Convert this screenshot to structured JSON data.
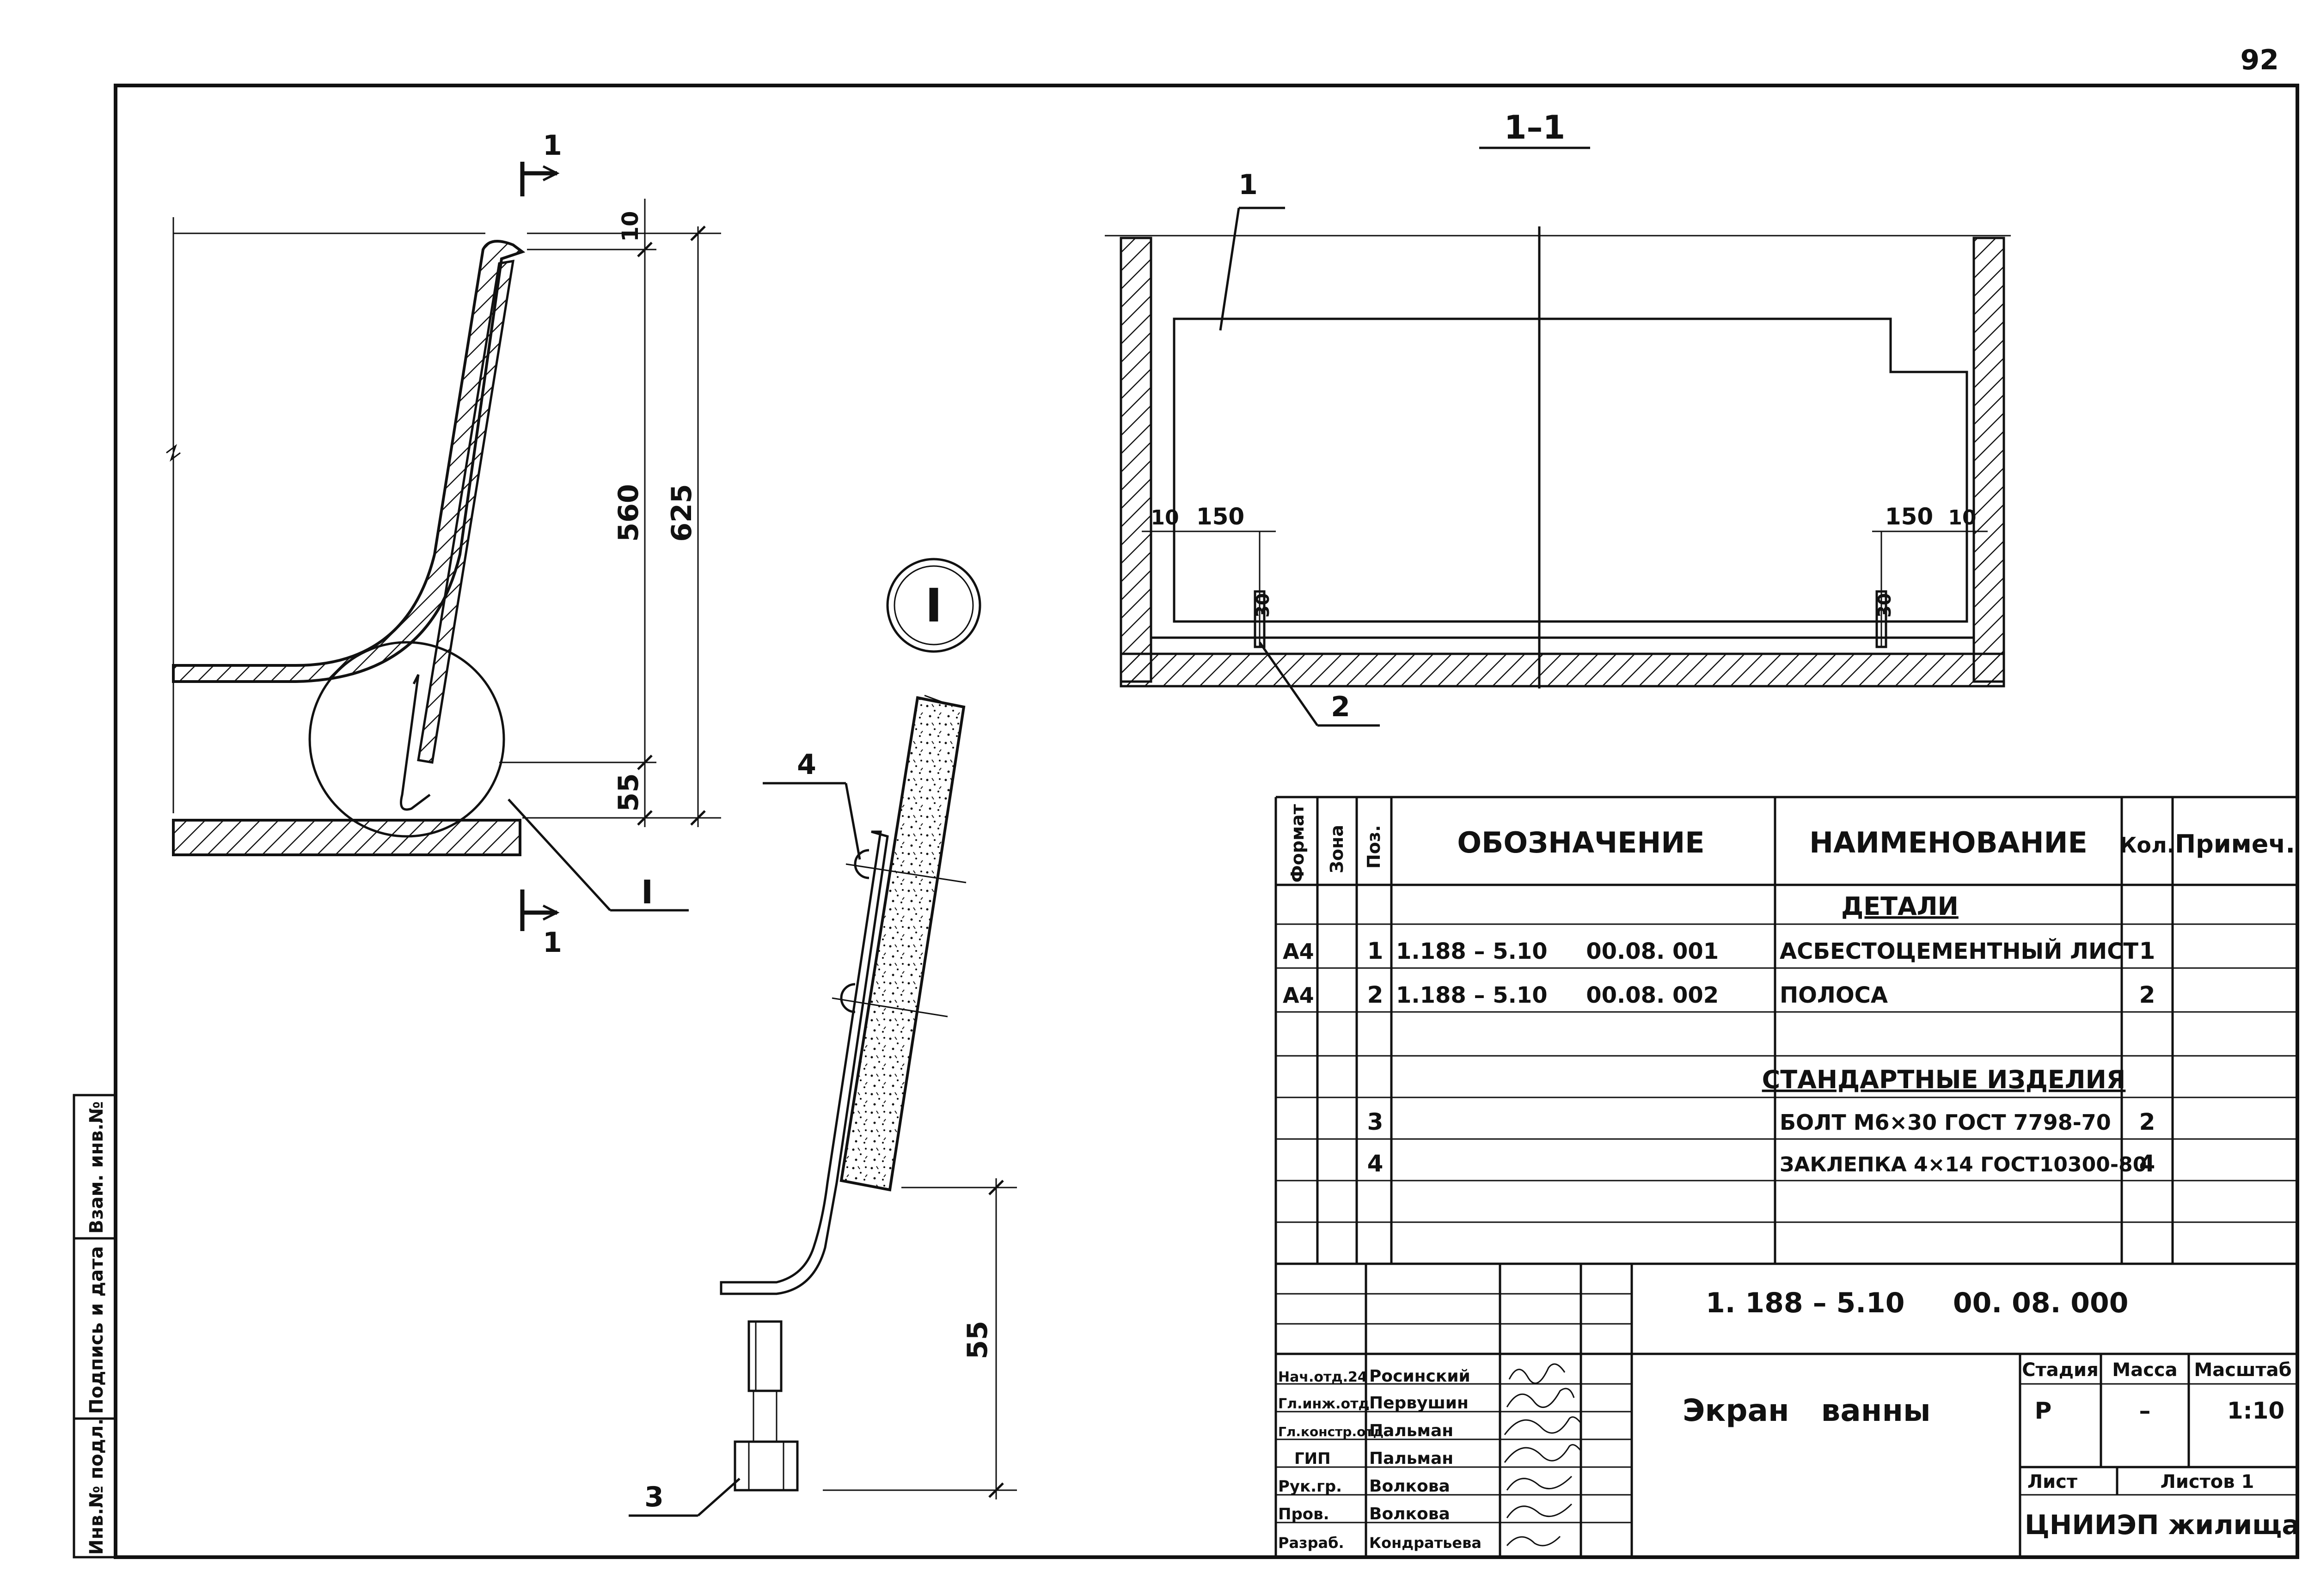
{
  "sheet": {
    "page_number": "92",
    "section_label": "1–1",
    "node_mark": "I"
  },
  "left_view": {
    "section_mark_top": "1",
    "section_mark_bottom": "1",
    "node_callout": "I",
    "dim_top": "10",
    "dim_middle": "560",
    "dim_total": "625",
    "dim_bottom": "55"
  },
  "section_view": {
    "callout_1": "1",
    "callout_2": "2",
    "dim_left_small": "10",
    "dim_left": "150",
    "dim_right": "150",
    "dim_right_small": "10",
    "dim_left_vert": "30",
    "dim_right_vert": "30"
  },
  "detail_view": {
    "callout_4": "4",
    "callout_3": "3",
    "dim_55": "55"
  },
  "spec": {
    "headers": {
      "format": "Формат",
      "zone": "Зона",
      "pos": "Поз.",
      "designation": "ОБОЗНАЧЕНИЕ",
      "name": "НАИМЕНОВАНИЕ",
      "qty": "Кол.",
      "note": "Примеч."
    },
    "section_details": "ДЕТАЛИ",
    "section_standard": "СТАНДАРТНЫЕ ИЗДЕЛИЯ",
    "rows": [
      {
        "format": "А4",
        "pos": "1",
        "designation": "1.188 – 5.10     00.08. 001",
        "name": "АСБЕСТОЦЕМЕНТНЫЙ ЛИСТ",
        "qty": "1"
      },
      {
        "format": "А4",
        "pos": "2",
        "designation": "1.188 – 5.10     00.08. 002",
        "name": "ПОЛОСА",
        "qty": "2"
      },
      {
        "format": "",
        "pos": "3",
        "designation": "",
        "name": "БОЛТ М6×30   ГОСТ 7798-70",
        "qty": "2"
      },
      {
        "format": "",
        "pos": "4",
        "designation": "",
        "name": "ЗАКЛЕПКА 4×14 ГОСТ10300-80",
        "qty": "4"
      }
    ]
  },
  "title_block": {
    "doc_code": "1. 188 – 5.10     00. 08. 000",
    "title": "Экран   ванны",
    "stage_label": "Стадия",
    "mass_label": "Масса",
    "scale_label": "Масштаб",
    "stage_value": "Р",
    "mass_value": "–",
    "scale_value": "1:10",
    "sheet_label": "Лист",
    "sheets_label": "Листов 1",
    "org": "ЦНИИЭП жилища",
    "people": [
      {
        "role": "Нач.отд.24",
        "name": "Росинский"
      },
      {
        "role": "Гл.инж.отд.",
        "name": "Первушин"
      },
      {
        "role": "Гл.констр.отд.",
        "name": "Пальман"
      },
      {
        "role": "ГИП",
        "name": "Пальман"
      },
      {
        "role": "Рук.гр.",
        "name": "Волкова"
      },
      {
        "role": "Пров.",
        "name": "Волкова"
      },
      {
        "role": "Разраб.",
        "name": "Кондратьева"
      }
    ]
  },
  "side_stamp": {
    "inv_orig": "Инв.№ подл.",
    "sign_date": "Подпись и дата",
    "inv_repl": "Взам. инв.№"
  }
}
